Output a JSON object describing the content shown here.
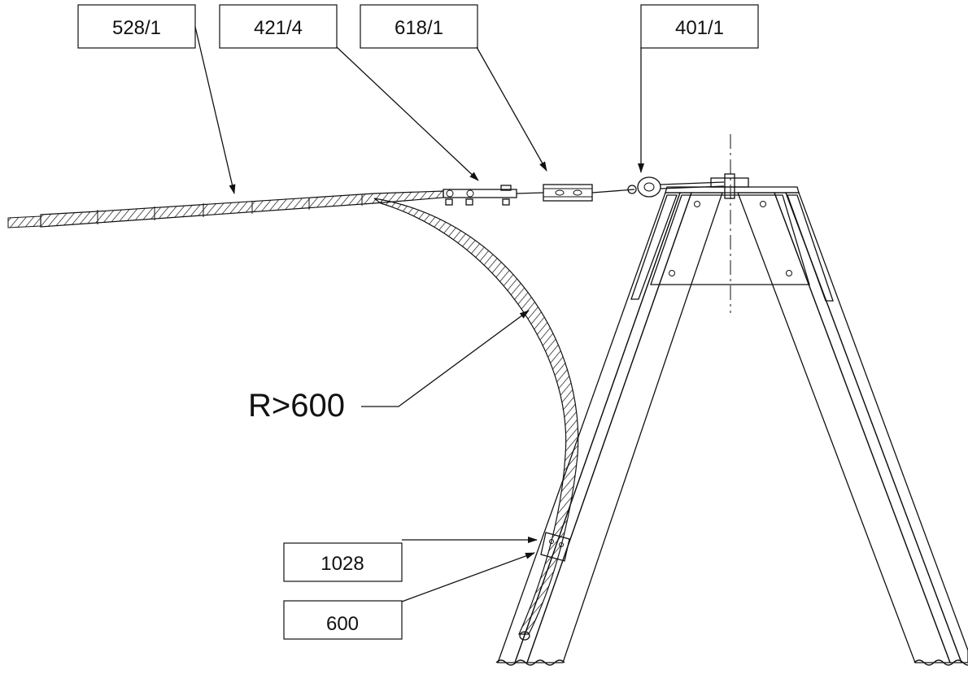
{
  "labels": {
    "part_528": "528/1",
    "part_421": "421/4",
    "part_618": "618/1",
    "part_401": "401/1",
    "part_1028": "1028",
    "part_600": "600",
    "radius": "R>600"
  }
}
